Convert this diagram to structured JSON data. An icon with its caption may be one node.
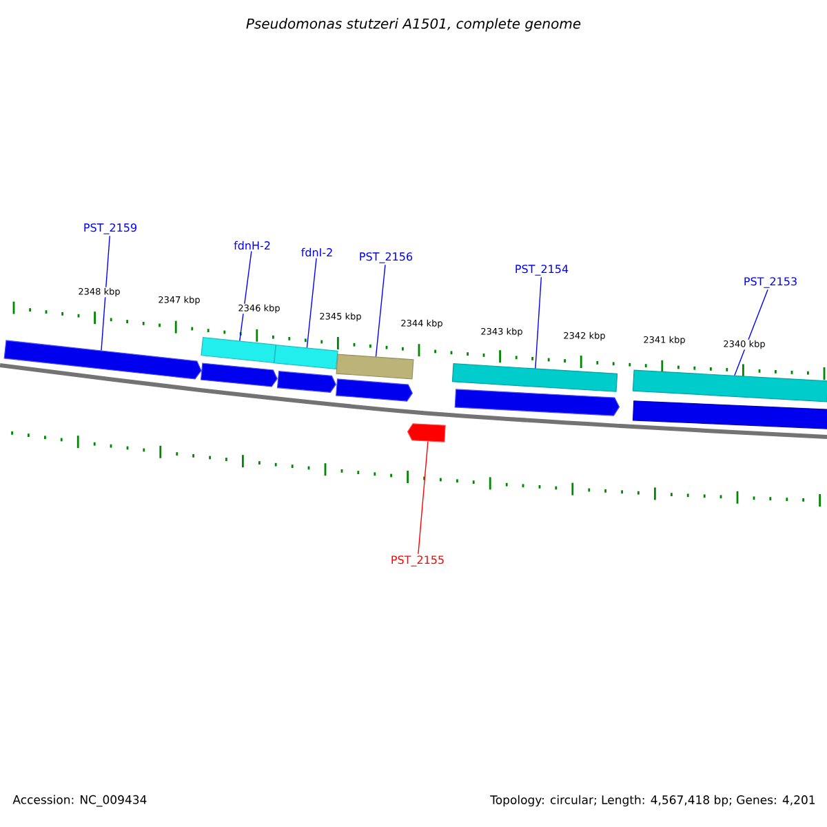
{
  "diagram": {
    "title": "Pseudomonas stutzeri A1501, complete genome",
    "nodes": [
      {
        "text": [
          "PST_2159"
        ]
      },
      {
        "text": [
          "fdnH-2"
        ]
      },
      {
        "text": [
          "fdnI-2"
        ]
      },
      {
        "text": [
          "PST_2156"
        ]
      },
      {
        "text": [
          "PST_2154"
        ]
      },
      {
        "text": [
          "PST_2153"
        ]
      },
      {
        "text": [],
        "shape": "arrow"
      },
      {
        "text": [],
        "shape": "bar"
      },
      {
        "text": [],
        "shape": "bar"
      },
      {
        "text": [],
        "shape": "bar"
      },
      {
        "text": [],
        "shape": "arrow"
      },
      {
        "text": [],
        "shape": "arrow"
      },
      {
        "text": [],
        "shape": "arrow"
      },
      {
        "text": [],
        "shape": "arrow"
      },
      {
        "text": [],
        "shape": "bar"
      },
      {
        "text": [],
        "shape": "arrow"
      },
      {
        "text": [],
        "shape": "bar"
      },
      {
        "text": [],
        "shape": "bar"
      },
      {
        "text": [
          "PST_2155"
        ]
      }
    ],
    "edges": [
      {
        "from": 0,
        "to": 6,
        "arrow": "none"
      },
      {
        "from": 1,
        "to": 7,
        "arrow": "none"
      },
      {
        "from": 2,
        "to": 8,
        "arrow": "none"
      },
      {
        "from": 3,
        "to": 9,
        "arrow": "none"
      },
      {
        "from": 4,
        "to": 14,
        "arrow": "none"
      },
      {
        "from": 5,
        "to": 16,
        "arrow": "none"
      },
      {
        "from": 18,
        "to": 13,
        "arrow": "none",
        "color": "#ff0000"
      }
    ],
    "labels": [
      "2348 kbp",
      "2347 kbp",
      "2346 kbp",
      "2345 kbp",
      "2344 kbp",
      "2343 kbp",
      "2342 kbp",
      "2341 kbp",
      "2340 kbp",
      "Accession: NC_009434",
      "Topology: circular; Length: 4,567,418 bp; Genes: 4,201"
    ]
  }
}
